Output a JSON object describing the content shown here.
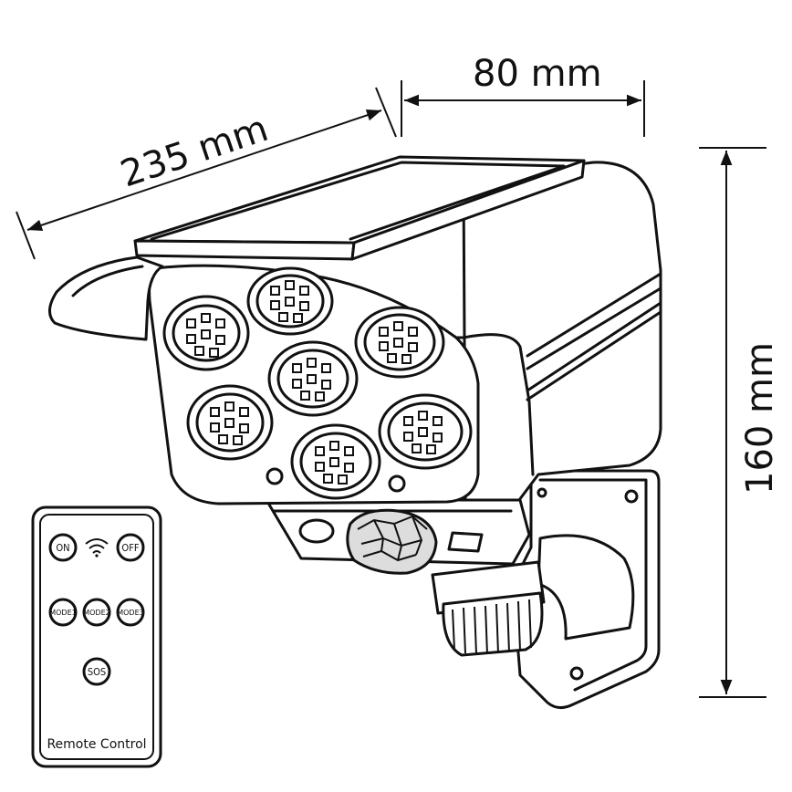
{
  "dimensions": {
    "length": "235 mm",
    "width": "80 mm",
    "height": "160 mm"
  },
  "remote": {
    "title": "Remote Control",
    "buttons": {
      "on": "ON",
      "off": "OFF",
      "mode1": "MODE1",
      "mode2": "MODE2",
      "mode3": "MODE3",
      "sos": "SOS"
    }
  },
  "icons": {
    "signal": "wifi-signal-icon"
  }
}
